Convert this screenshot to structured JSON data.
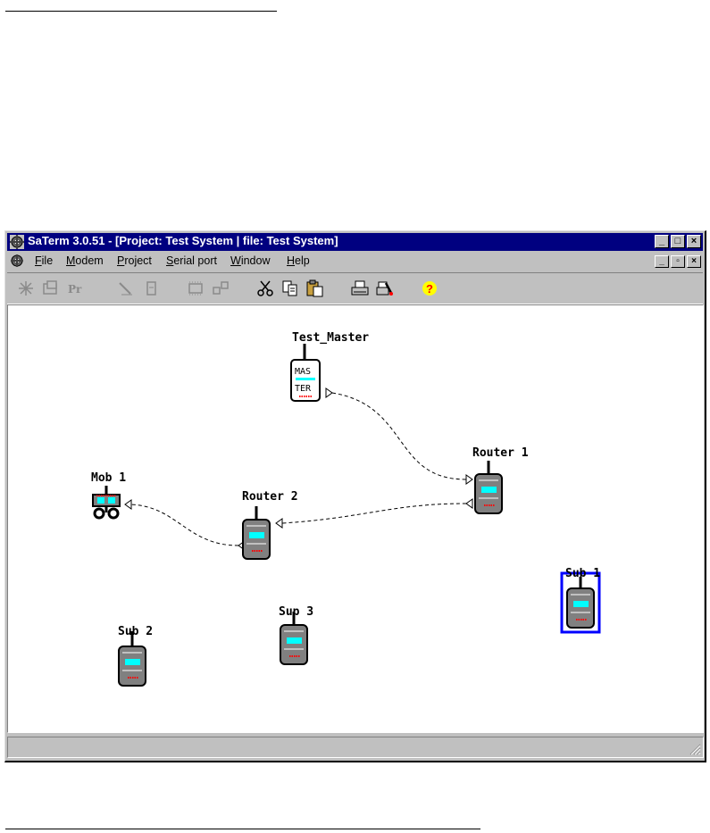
{
  "window": {
    "title": "SaTerm 3.0.51 - [Project: Test System | file: Test System]",
    "title_controls": {
      "minimize": "_",
      "maximize": "□",
      "close": "×"
    },
    "mdi_controls": {
      "minimize": "_",
      "restore": "▫",
      "close": "×"
    }
  },
  "menu": {
    "items": [
      {
        "label": "File",
        "access_key": "F",
        "rest": "ile"
      },
      {
        "label": "Modem",
        "access_key": "M",
        "rest": "odem"
      },
      {
        "label": "Project",
        "access_key": "P",
        "rest": "roject"
      },
      {
        "label": "Serial port",
        "access_key": "S",
        "rest": "erial port"
      },
      {
        "label": "Window",
        "access_key": "W",
        "rest": "indow"
      },
      {
        "label": "Help",
        "access_key": "H",
        "rest": "elp"
      }
    ]
  },
  "toolbar": {
    "tools": [
      {
        "icon": "burst-icon",
        "enabled": false
      },
      {
        "icon": "modem-config-icon",
        "enabled": false
      },
      {
        "icon": "pr-icon",
        "text": "Pr",
        "enabled": false
      },
      {
        "icon": "pencil-icon",
        "enabled": false
      },
      {
        "icon": "clipboard-icon",
        "enabled": false
      },
      {
        "icon": "chip-icon",
        "enabled": false
      },
      {
        "icon": "network-icon",
        "enabled": false
      },
      {
        "icon": "cut-icon",
        "enabled": true
      },
      {
        "icon": "copy-icon",
        "enabled": true
      },
      {
        "icon": "paste-icon",
        "enabled": true
      },
      {
        "icon": "print-icon",
        "enabled": true
      },
      {
        "icon": "print-setup-icon",
        "enabled": true
      },
      {
        "icon": "help-icon",
        "text": "?",
        "enabled": true
      }
    ]
  },
  "diagram": {
    "nodes": [
      {
        "id": "test-master",
        "label": "Test_Master",
        "type": "master",
        "screen_text": [
          "MAS",
          "TER"
        ]
      },
      {
        "id": "router-1",
        "label": "Router 1",
        "type": "radio"
      },
      {
        "id": "router-2",
        "label": "Router 2",
        "type": "radio"
      },
      {
        "id": "mob-1",
        "label": "Mob 1",
        "type": "mobile"
      },
      {
        "id": "sub-1",
        "label": "Sub 1",
        "type": "radio",
        "selected": true
      },
      {
        "id": "sub-2",
        "label": "Sub 2",
        "type": "radio"
      },
      {
        "id": "sup-3",
        "label": "Sup 3",
        "type": "radio"
      }
    ],
    "links": [
      {
        "from": "test-master",
        "to": "router-1"
      },
      {
        "from": "router-1",
        "to": "router-2"
      },
      {
        "from": "router-2",
        "to": "mob-1"
      }
    ]
  },
  "colors": {
    "titlebar": "#000080",
    "chrome": "#c0c0c0",
    "radio_body": "#808080",
    "radio_screen": "#00ffff",
    "radio_leds": "#ff0000",
    "selection": "#0000ff"
  }
}
